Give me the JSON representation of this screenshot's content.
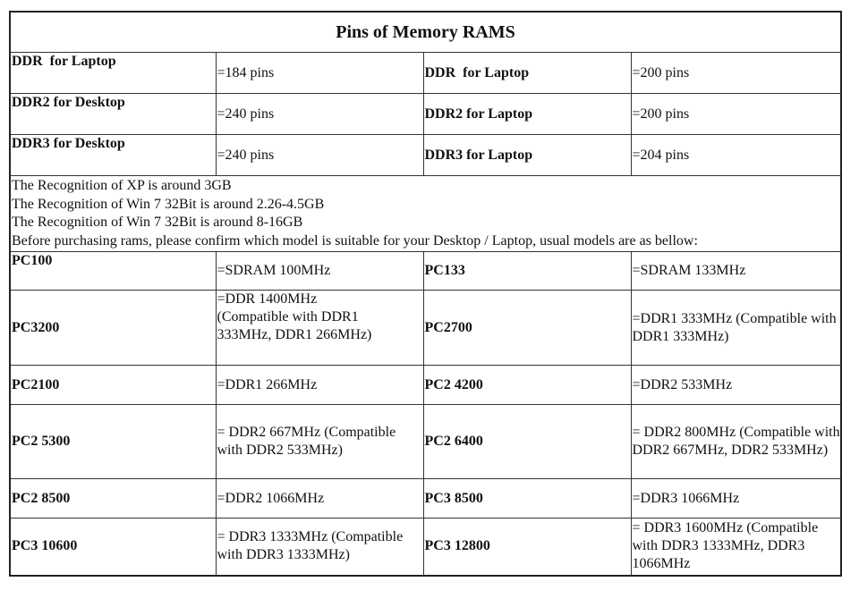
{
  "title": "Pins of Memory RAMS",
  "pins_rows": [
    {
      "left_type": "DDR  for Laptop",
      "left_pins": "=184 pins",
      "right_type": "DDR  for Laptop",
      "right_pins": "=200 pins"
    },
    {
      "left_type": "DDR2 for Desktop",
      "left_pins": "=240 pins",
      "right_type": "DDR2 for Laptop",
      "right_pins": "=200 pins"
    },
    {
      "left_type": "DDR3 for Desktop",
      "left_pins": "=240 pins",
      "right_type": "DDR3 for Laptop",
      "right_pins": "=204 pins"
    }
  ],
  "notes": [
    "The Recognition of XP is around 3GB",
    "The Recognition of Win 7 32Bit is around 2.26-4.5GB",
    "The Recognition of Win 7 32Bit is around 8-16GB",
    "Before purchasing rams, please confirm which model is suitable for your Desktop / Laptop, usual models are as bellow:"
  ],
  "model_rows": [
    {
      "left_model": "PC100",
      "left_desc": "=SDRAM 100MHz",
      "right_model": "PC133",
      "right_desc": "=SDRAM 133MHz"
    },
    {
      "left_model": "PC3200",
      "left_desc": "=DDR 1400MHz (Compatible with DDR1 333MHz, DDR1 266MHz)",
      "right_model": "PC2700",
      "right_desc": "=DDR1 333MHz (Compatible with DDR1 333MHz)"
    },
    {
      "left_model": "PC2100",
      "left_desc": "=DDR1 266MHz",
      "right_model": "PC2 4200",
      "right_desc": "=DDR2 533MHz"
    },
    {
      "left_model": "PC2 5300",
      "left_desc": "= DDR2 667MHz (Compatible with DDR2 533MHz)",
      "right_model": "PC2 6400",
      "right_desc": "= DDR2 800MHz (Compatible with DDR2 667MHz, DDR2 533MHz)"
    },
    {
      "left_model": "PC2 8500",
      "left_desc": "=DDR2 1066MHz",
      "right_model": "PC3 8500",
      "right_desc": "=DDR3 1066MHz"
    },
    {
      "left_model": "PC3 10600",
      "left_desc": "= DDR3 1333MHz (Compatible with DDR3 1333MHz)",
      "right_model": "PC3 12800",
      "right_desc": "= DDR3 1600MHz (Compatible with DDR3 1333MHz, DDR3 1066MHz"
    }
  ]
}
